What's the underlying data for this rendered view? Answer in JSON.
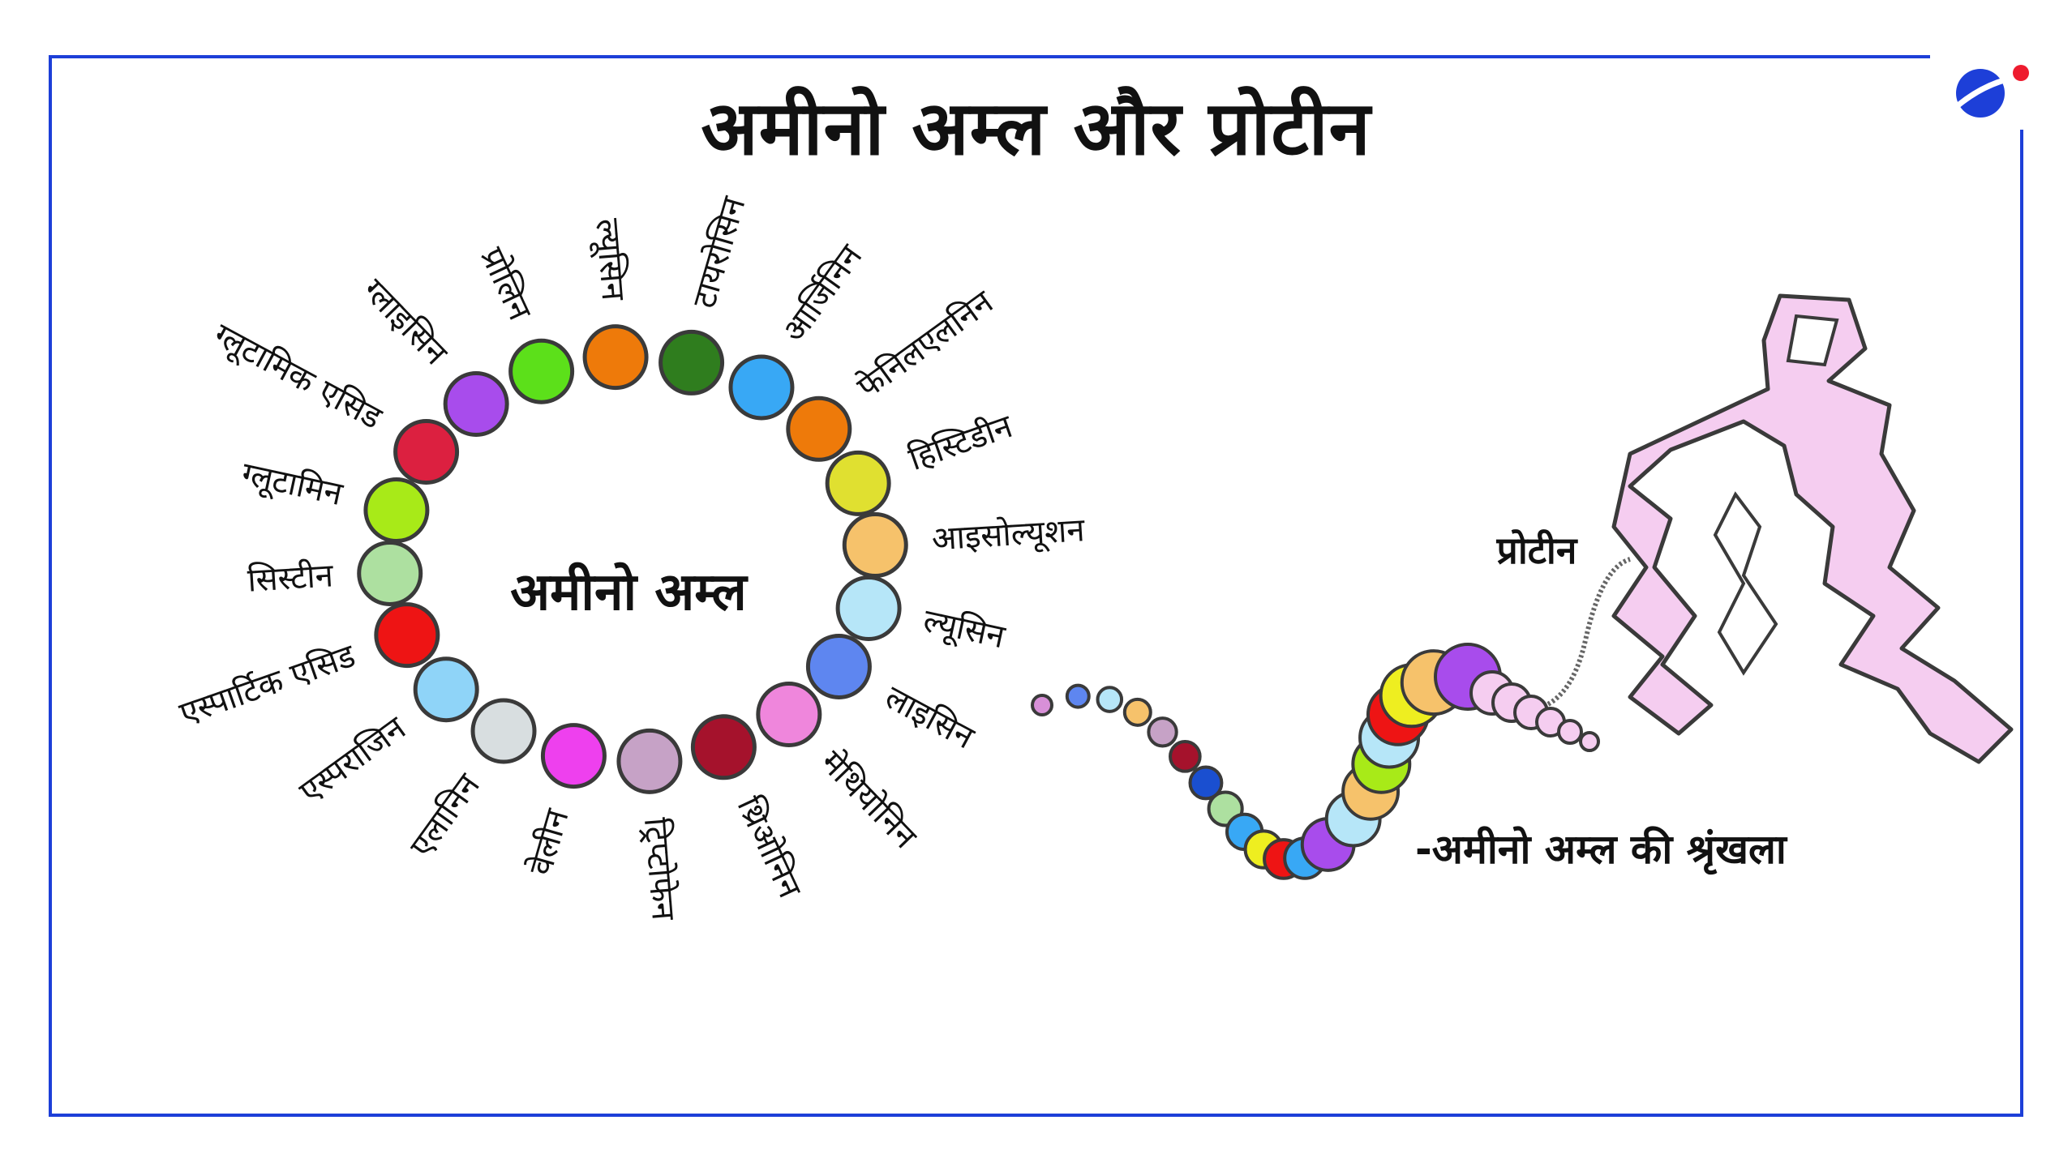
{
  "title": "अमीनो अम्ल और प्रोटीन",
  "ring": {
    "center_label": "अमीनो अम्ल",
    "beads": [
      {
        "label": "प्रोलिन",
        "color": "#5ce01a"
      },
      {
        "label": "ल्यूसिन",
        "color": "#ee7a0a"
      },
      {
        "label": "टायरोसिन",
        "color": "#2f7d1e"
      },
      {
        "label": "आर्जिनिन",
        "color": "#38a8f5"
      },
      {
        "label": "फेनिलएलनिन",
        "color": "#ee7a0a"
      },
      {
        "label": "हिस्टिडीन",
        "color": "#e0e030"
      },
      {
        "label": "आइसोल्यूशन",
        "color": "#f6c26b"
      },
      {
        "label": "ल्यूसिन",
        "color": "#b6e6f8"
      },
      {
        "label": "लाइसिन",
        "color": "#5e86f0"
      },
      {
        "label": "मेथियोनिन",
        "color": "#ef86dc"
      },
      {
        "label": "थ्रिओनिन",
        "color": "#a5122c"
      },
      {
        "label": "ट्रिप्टोफेन",
        "color": "#c6a2c6"
      },
      {
        "label": "वेलीन",
        "color": "#ee40ee"
      },
      {
        "label": "एलानिन",
        "color": "#d8dee0"
      },
      {
        "label": "एस्पराजिन",
        "color": "#8fd4f8"
      },
      {
        "label": "एस्पार्टिक एसिड",
        "color": "#ee1414"
      },
      {
        "label": "सिस्टीन",
        "color": "#ade0a0"
      },
      {
        "label": "ग्लूटामिन",
        "color": "#a8ea18"
      },
      {
        "label": "ग्लूटामिक एसिड",
        "color": "#dc2040"
      },
      {
        "label": "ग्लाइसिन",
        "color": "#a84cec"
      }
    ]
  },
  "chain": {
    "label": "-अमीनो अम्ल की श्रृंखला",
    "colors": [
      "#d890d8",
      "#5e86f0",
      "#b6e6f8",
      "#f6c26b",
      "#c6a2c6",
      "#a5122c",
      "#1a4fd0",
      "#ade0a0",
      "#38a8f5",
      "#eeee20",
      "#ee1414",
      "#38a8f5",
      "#a84cec",
      "#b6e6f8",
      "#f6c26b",
      "#a8ea18",
      "#b6e6f8",
      "#ee1414",
      "#eeee20",
      "#f6c26b",
      "#a84cec"
    ]
  },
  "protein": {
    "label": "प्रोटीन",
    "color": "#f5cdf0"
  },
  "frame_color": "#1d3fd8"
}
